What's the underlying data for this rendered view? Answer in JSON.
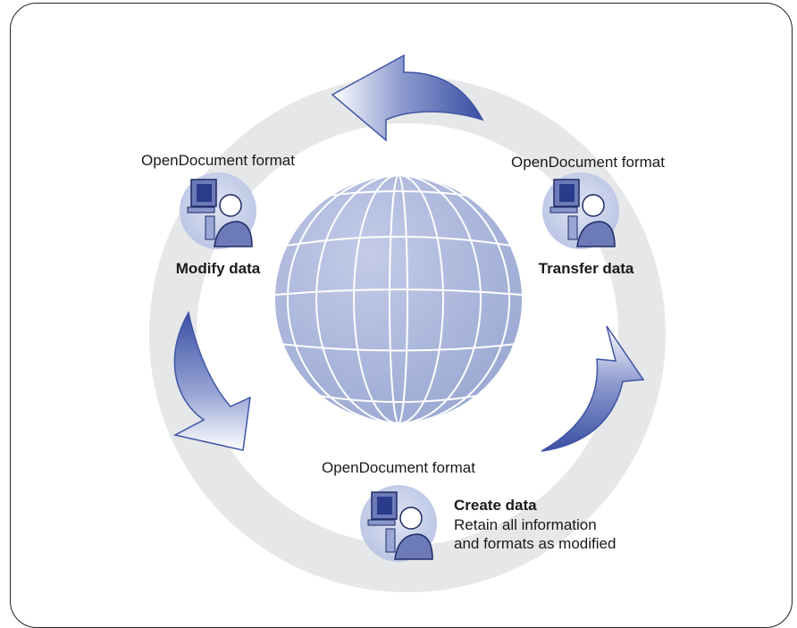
{
  "nodes": {
    "modify": {
      "format_label": "OpenDocument format",
      "title": "Modify data"
    },
    "transfer": {
      "format_label": "OpenDocument format",
      "title": "Transfer data"
    },
    "create": {
      "format_label": "OpenDocument format",
      "title": "Create data",
      "description_line1": "Retain all information",
      "description_line2": "and formats as modified"
    }
  },
  "colors": {
    "ring": "#e6e7e8",
    "globe": "#a8b4d8",
    "arrow_dark": "#3f54a6",
    "arrow_light": "#e8ebf6",
    "icon_bg": "#c9d2ea"
  }
}
